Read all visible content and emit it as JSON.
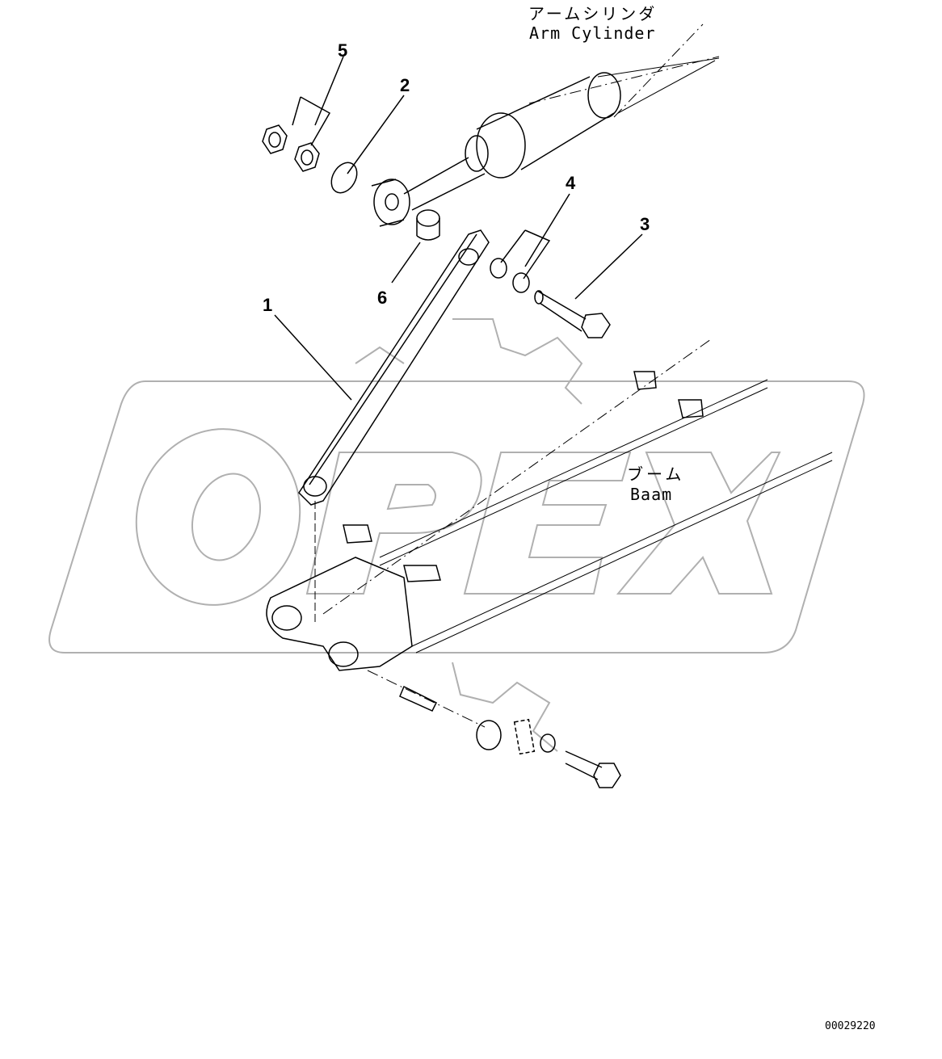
{
  "labels": {
    "arm_cylinder_jp": "アームシリンダ",
    "arm_cylinder_en": "Arm Cylinder",
    "boom_jp": "ブーム",
    "boom_en": "Baam"
  },
  "callouts": [
    "1",
    "2",
    "3",
    "4",
    "5",
    "6"
  ],
  "drawing_code": "00029220",
  "watermark": {
    "text": "OPEX",
    "color": "#b0b0b0"
  }
}
